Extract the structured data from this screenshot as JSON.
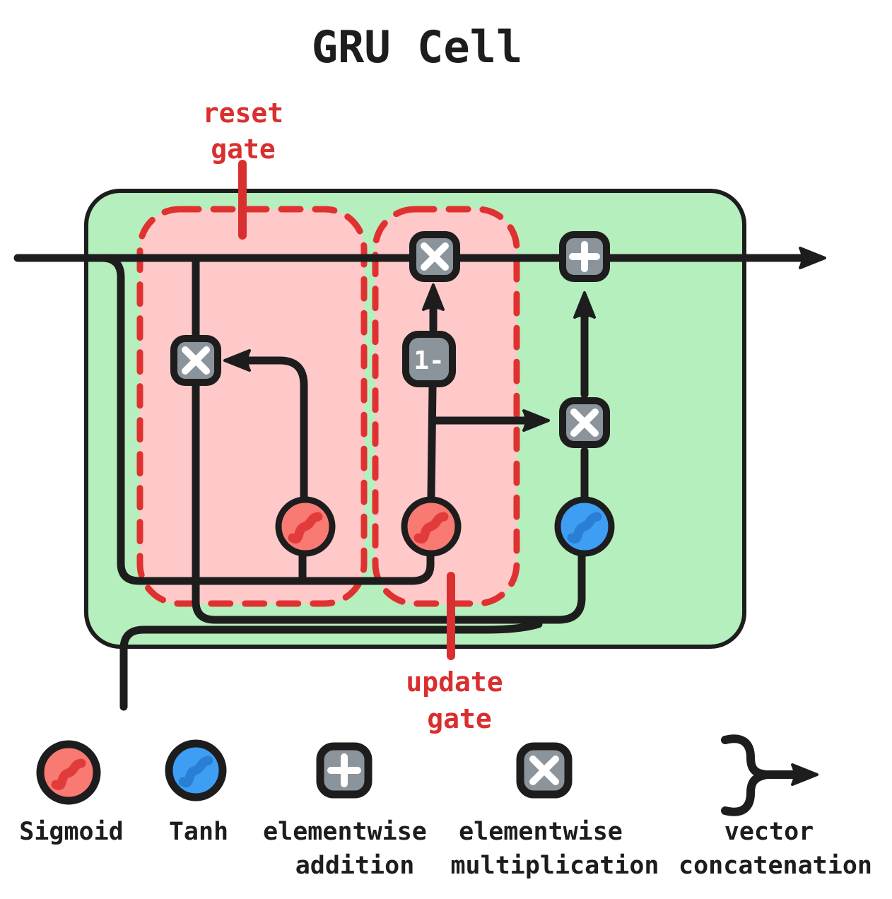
{
  "title": "GRU Cell",
  "annotations": {
    "reset_gate": {
      "lines": [
        "reset",
        "gate"
      ]
    },
    "update_gate": {
      "lines": [
        "update",
        "gate"
      ]
    }
  },
  "operators": {
    "one_minus_label": "1-"
  },
  "legend": [
    {
      "name": "sigmoid",
      "lines": [
        "Sigmoid"
      ]
    },
    {
      "name": "tanh",
      "lines": [
        "Tanh"
      ]
    },
    {
      "name": "elementwise-addition",
      "lines": [
        "elementwise",
        "addition"
      ]
    },
    {
      "name": "elementwise-multiplication",
      "lines": [
        "elementwise",
        "multiplication"
      ]
    },
    {
      "name": "vector-concatenation",
      "lines": [
        "vector",
        "concatenation"
      ]
    }
  ],
  "colors": {
    "outline": "#1d1d1d",
    "cell_fill": "#b5efbd",
    "gate_region_fill": "#ffc9c9",
    "gate_region_border": "#e03131",
    "annotation_red": "#d92f2f",
    "operator_fill": "#8b939b",
    "operator_symbol": "#ffffff",
    "sigmoid_fill": "#f87a72",
    "sigmoid_curve": "#e23b3b",
    "tanh_fill": "#3d9ef4",
    "tanh_curve": "#2a7fd4"
  }
}
